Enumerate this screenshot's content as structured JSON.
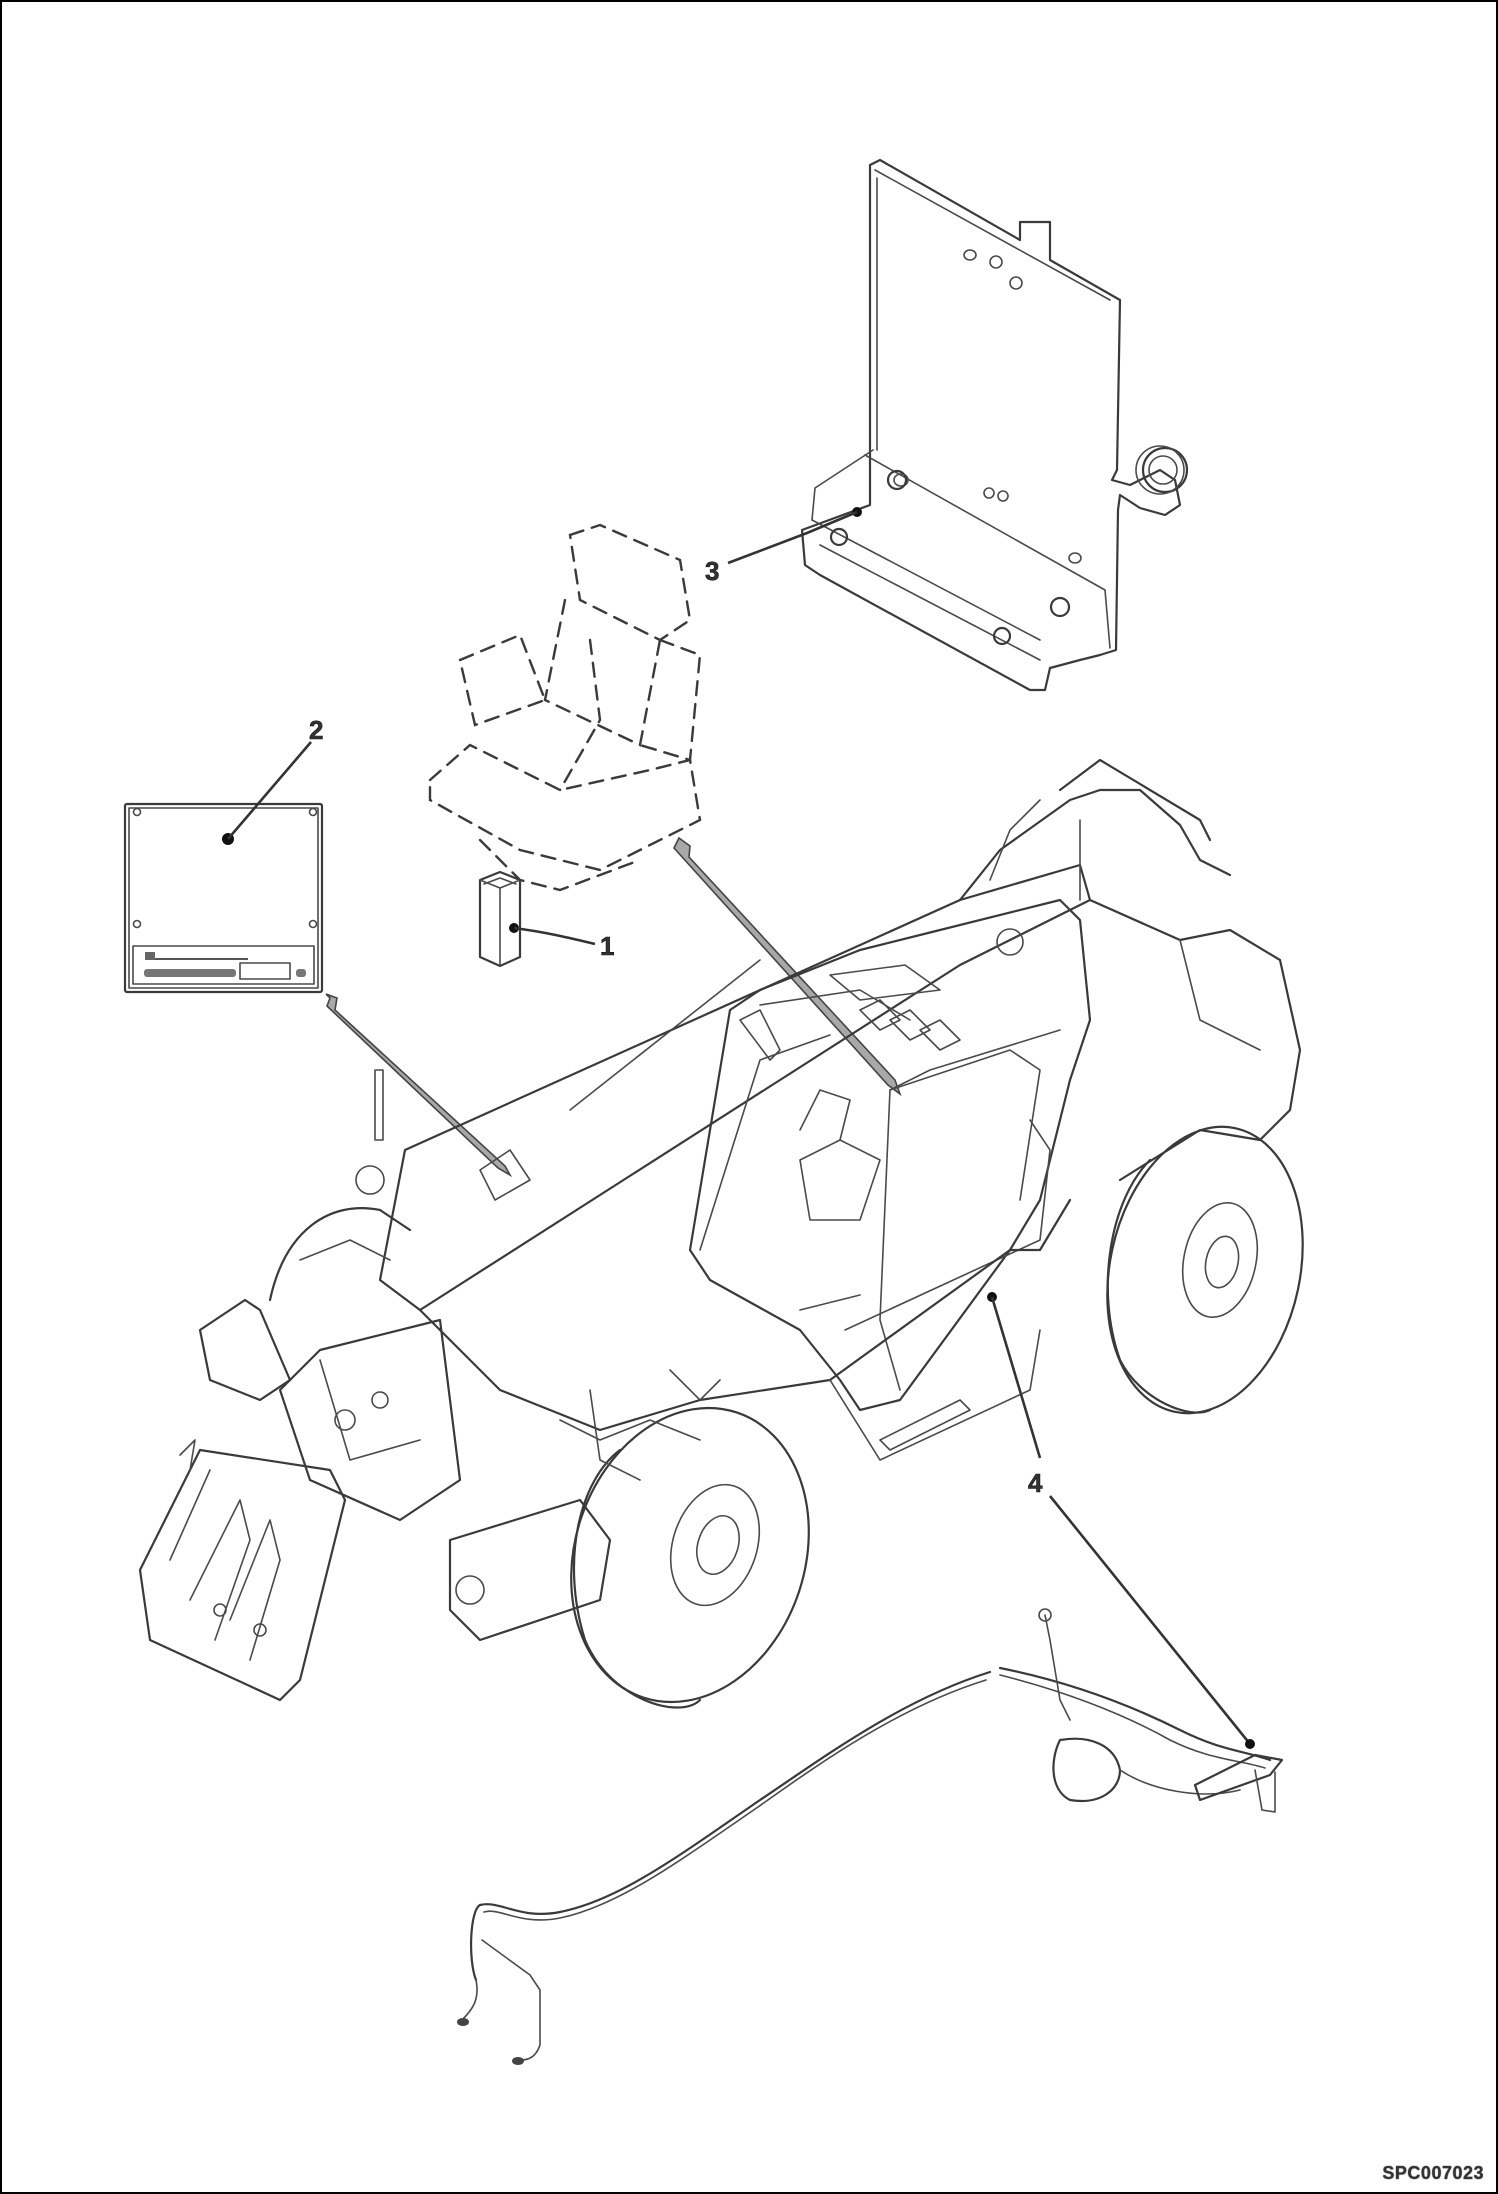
{
  "diagram": {
    "type": "exploded parts illustration",
    "subject": "telehandler with cab kit components",
    "reference_code": "SPC007023",
    "callouts": [
      {
        "label": "1",
        "part": "small rectangular box under seat"
      },
      {
        "label": "2",
        "part": "decal / plate"
      },
      {
        "label": "3",
        "part": "mounting bracket plate"
      },
      {
        "label": "4",
        "part": "wiring harness with connectors"
      }
    ],
    "ghost_part": "operator seat (dashed outline)",
    "decal_text_legible": false
  },
  "colors": {
    "line": "#3a3a3a",
    "pointer_fill": "#a8a8a8",
    "background": "#ffffff",
    "frame": "#000000"
  }
}
